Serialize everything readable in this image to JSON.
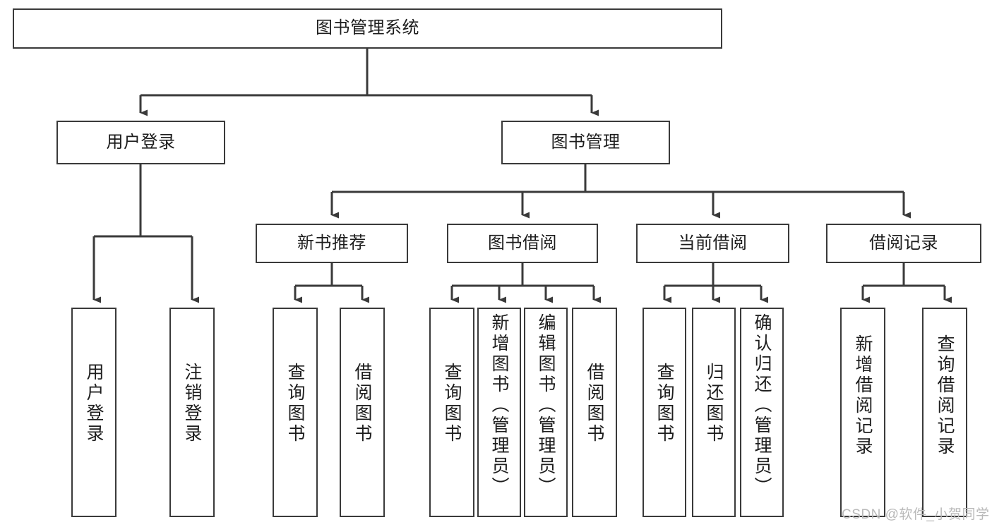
{
  "diagram": {
    "title": "图书管理系统",
    "type": "hierarchy-tree",
    "root": {
      "label": "图书管理系统"
    },
    "level2": [
      {
        "label": "用户登录"
      },
      {
        "label": "图书管理"
      }
    ],
    "level3": [
      {
        "label": "新书推荐"
      },
      {
        "label": "图书借阅"
      },
      {
        "label": "当前借阅"
      },
      {
        "label": "借阅记录"
      }
    ],
    "leaves": {
      "user_login": [
        {
          "label": "用户登录"
        },
        {
          "label": "注销登录"
        }
      ],
      "new_book_recommend": [
        {
          "label": "查询图书"
        },
        {
          "label": "借阅图书"
        }
      ],
      "book_borrow": [
        {
          "label": "查询图书"
        },
        {
          "label": "新增图书（管理员）"
        },
        {
          "label": "编辑图书（管理员）"
        },
        {
          "label": "借阅图书"
        }
      ],
      "current_borrow": [
        {
          "label": "查询图书"
        },
        {
          "label": "归还图书"
        },
        {
          "label": "确认归还（管理员）"
        }
      ],
      "borrow_record": [
        {
          "label": "新增借阅记录"
        },
        {
          "label": "查询借阅记录"
        }
      ]
    }
  },
  "watermark": {
    "text": "CSDN @软件_小贺同学"
  },
  "colors": {
    "stroke": "#3a3a3a",
    "text": "#1d1d1d",
    "background": "#ffffff",
    "watermark": "#b9b9b9"
  }
}
